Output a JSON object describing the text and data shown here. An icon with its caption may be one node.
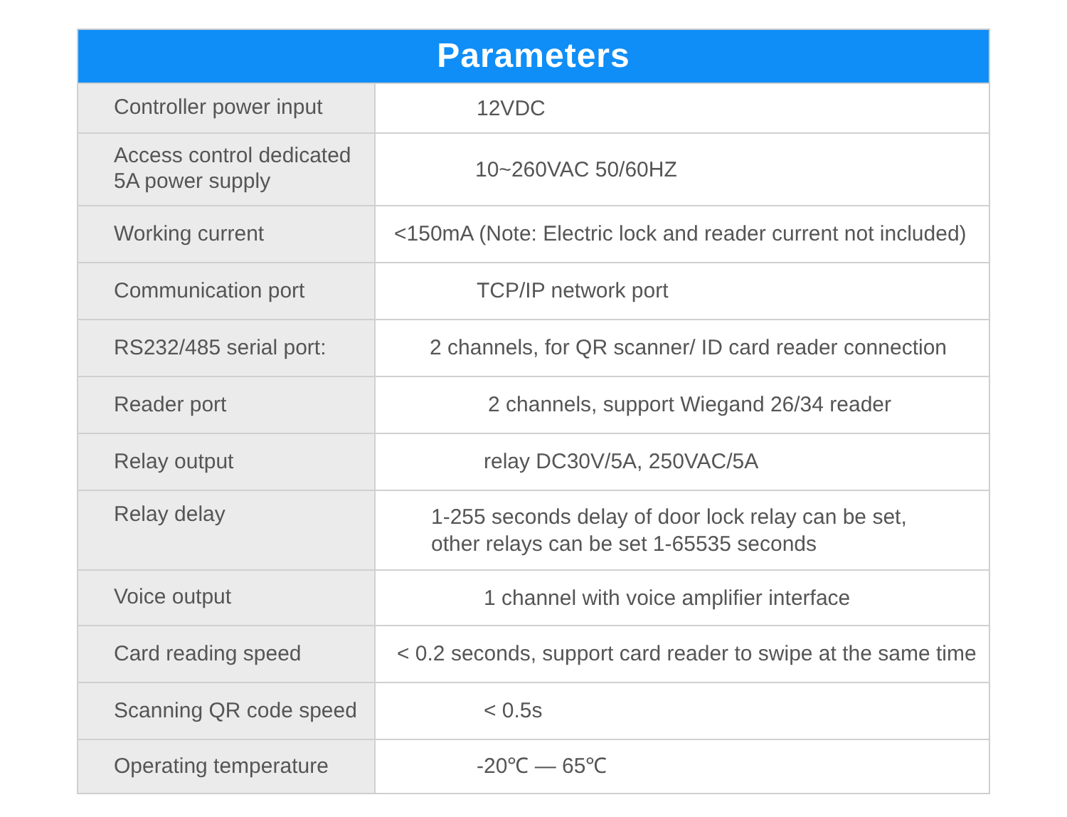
{
  "diagram": {
    "title": "Parameters",
    "labels": [
      "Controller power input",
      "12VDC",
      "Access control dedicated 5A power supply",
      "10~260VAC 50/60HZ",
      "Working current",
      "<150mA (Note: Electric lock and reader current not included)",
      "Communication port",
      "TCP/IP network port",
      "RS232/485 serial port:",
      "2 channels, for QR scanner/ ID card reader connection",
      "Reader port",
      "2 channels, support Wiegand 26/34 reader",
      "Relay output",
      "relay DC30V/5A, 250VAC/5A",
      "Relay delay",
      "1-255 seconds delay of door lock relay can be set, other relays can be set 1-65535 seconds",
      "Voice output",
      "1 channel with voice amplifier interface",
      "Card reading speed",
      "< 0.2 seconds, support card reader to swipe at the same  time",
      "Scanning QR code speed",
      "< 0.5s",
      "Operating temperature",
      "-20℃ — 65℃"
    ]
  }
}
